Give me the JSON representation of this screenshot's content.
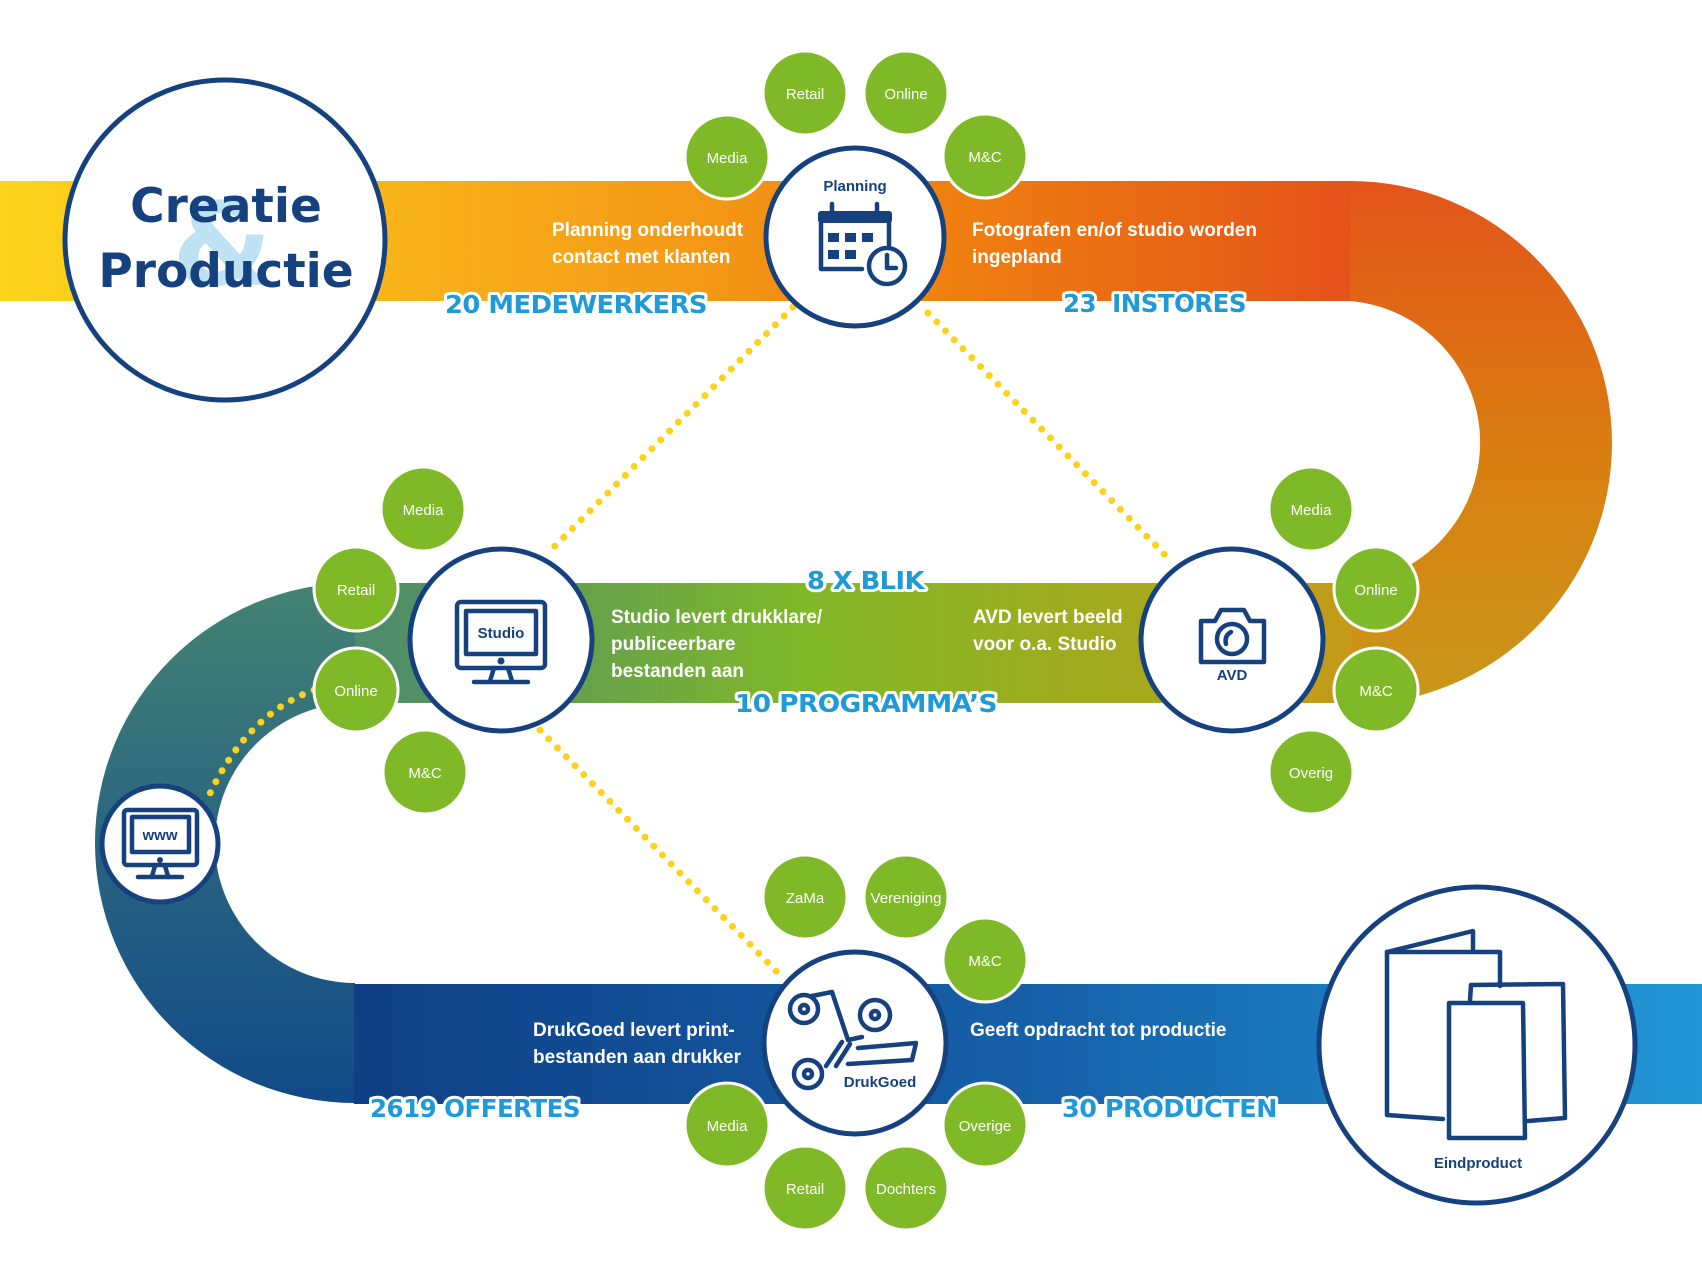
{
  "title": {
    "line1": "Creatie",
    "amp": "&",
    "line2": "Productie"
  },
  "colors": {
    "band_start": "#fcd21c",
    "band_orange": "#f18a0c",
    "band_red": "#e4521a",
    "band_ochre": "#c8961a",
    "band_lime": "#80b828",
    "band_teal": "#2f6f86",
    "band_navy": "#0f3f85",
    "band_blue": "#2196d5",
    "node_ring": "#16417f",
    "bubble_green": "#7fb928",
    "stat_blue": "#1f9ad8",
    "dotted_line": "#fcd21c"
  },
  "nodes": {
    "planning": {
      "label": "Planning",
      "icon": "calendar-clock-icon",
      "desc_left": [
        "Planning onderhoudt",
        "contact met klanten"
      ],
      "desc_right": [
        "Fotografen en/of studio worden",
        "ingepland"
      ],
      "bubbles": [
        "Media",
        "Retail",
        "Online",
        "M&C"
      ]
    },
    "studio": {
      "label": "Studio",
      "icon": "monitor-icon",
      "desc": [
        "Studio levert drukklare/",
        "publiceerbare",
        "bestanden aan"
      ],
      "bubbles": [
        "Media",
        "Retail",
        "Online",
        "M&C"
      ]
    },
    "avd": {
      "label": "AVD",
      "icon": "camera-icon",
      "desc": [
        "AVD levert beeld",
        "voor o.a. Studio"
      ],
      "bubbles": [
        "Media",
        "Online",
        "M&C",
        "Overig"
      ]
    },
    "www": {
      "label": "www",
      "icon": "monitor-www-icon"
    },
    "drukgoed": {
      "label": "DrukGoed",
      "icon": "printing-press-icon",
      "desc_left": [
        "DrukGoed levert print-",
        "bestanden aan drukker"
      ],
      "desc_right": [
        "Geeft opdracht tot productie"
      ],
      "bubbles": [
        "ZaMa",
        "Vereniging",
        "M&C",
        "Media",
        "Overige",
        "Retail",
        "Dochters"
      ]
    },
    "eindproduct": {
      "label": "Eindproduct",
      "icon": "folded-brochures-icon"
    }
  },
  "stats": {
    "medewerkers": "20 MEDEWERKERS",
    "instores": "23  INSTORES",
    "blik": "8 X BLIK",
    "programmas": "10 PROGRAMMA’S",
    "offertes": "2619 OFFERTES",
    "producten": "30 PRODUCTEN"
  }
}
